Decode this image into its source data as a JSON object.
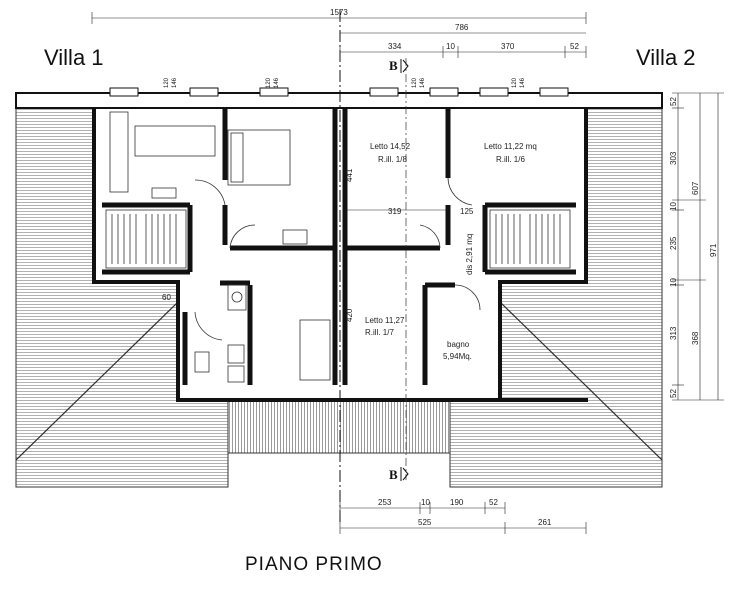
{
  "labels": {
    "villa_left": "Villa 1",
    "villa_right": "Villa 2",
    "title": "PIANO PRIMO",
    "section_top": "B",
    "section_bottom": "B"
  },
  "dimensions": {
    "top_total": "1573",
    "top_right": "786",
    "top_334": "334",
    "top_10": "10",
    "top_370": "370",
    "top_52": "52",
    "right_52a": "52",
    "right_303": "303",
    "right_607": "607",
    "right_10a": "10",
    "right_235": "235",
    "right_971": "971",
    "right_10b": "10",
    "right_313": "313",
    "right_368": "368",
    "right_52b": "52",
    "bot_253": "253",
    "bot_10": "10",
    "bot_190": "190",
    "bot_52": "52",
    "bot_525": "525",
    "bot_261": "261",
    "inner_441": "441",
    "inner_319": "319",
    "inner_125": "125",
    "inner_420": "420",
    "inner_60": "60"
  },
  "rooms": [
    {
      "name": "Letto 14,52",
      "ratio": "R.ill. 1/8"
    },
    {
      "name": "Letto 11,22 mq",
      "ratio": "R.ill. 1/6"
    },
    {
      "name": "dis 2,91 mq",
      "ratio": ""
    },
    {
      "name": "Letto 11,27",
      "ratio": "R.ill. 1/7"
    },
    {
      "name": "bagno",
      "ratio": "5,94Mq."
    }
  ],
  "window_marks": [
    "120",
    "146"
  ]
}
